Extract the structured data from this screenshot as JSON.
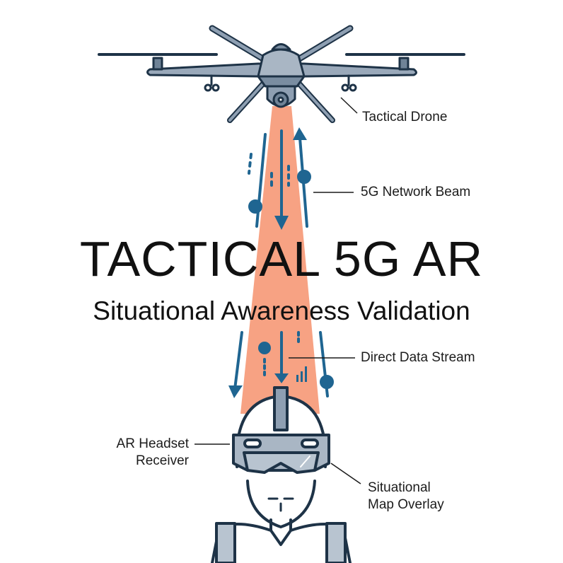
{
  "title": "TACTICAL 5G AR",
  "subtitle": "Situational Awareness Validation",
  "labels": {
    "drone": "Tactical Drone",
    "beam": "5G Network Beam",
    "stream": "Direct Data Stream",
    "headset_line1": "AR Headset",
    "headset_line2": "Receiver",
    "overlay_line1": "Situational",
    "overlay_line2": "Map Overlay"
  },
  "colors": {
    "beam": "#f7a283",
    "stroke": "#1e3347",
    "metal": "#8e9fb2",
    "accent": "#1f6591"
  }
}
